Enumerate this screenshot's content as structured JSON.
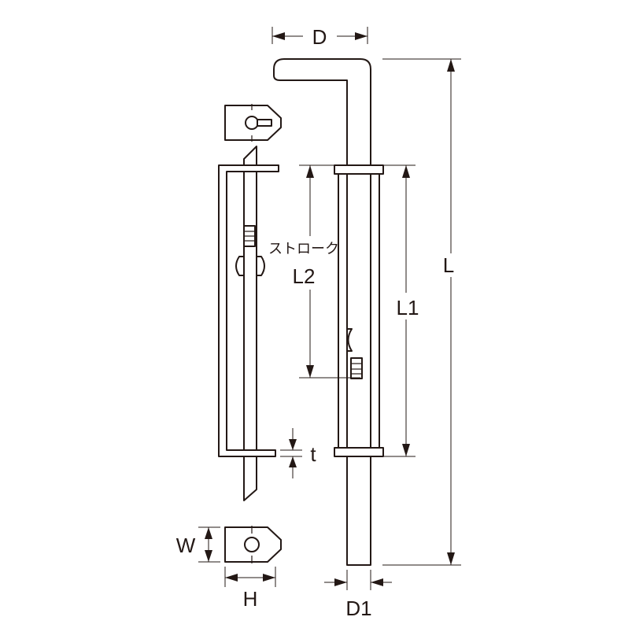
{
  "labels": {
    "D": "D",
    "L": "L",
    "L1": "L1",
    "L2": "L2",
    "stroke": "ストローク",
    "t": "t",
    "W": "W",
    "H": "H",
    "D1": "D1"
  }
}
